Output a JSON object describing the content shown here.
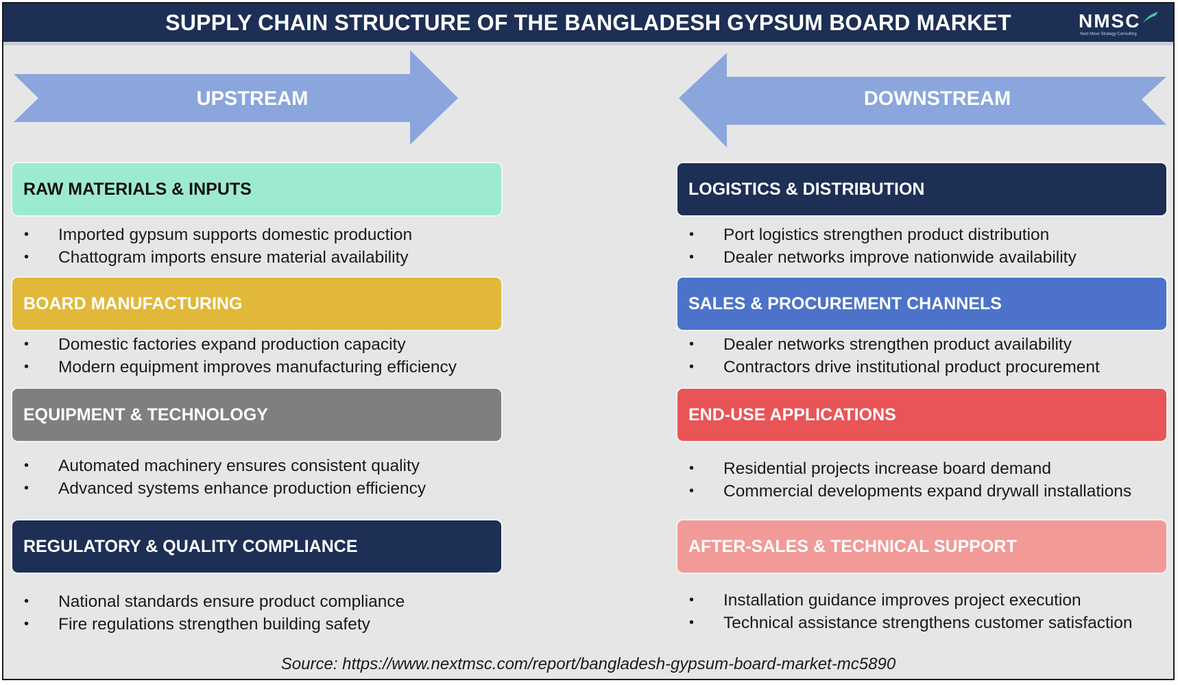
{
  "header": {
    "title": "SUPPLY CHAIN STRUCTURE OF THE BANGLADESH GYPSUM BOARD MARKET",
    "logo_text": "NMSC",
    "logo_subtext": "Next Move Strategy Consulting"
  },
  "arrows": {
    "upstream": "UPSTREAM",
    "downstream": "DOWNSTREAM",
    "color": "#8aa6dc"
  },
  "upstream": [
    {
      "title": "RAW MATERIALS & INPUTS",
      "bg": "#9debcf",
      "fg": "#111111",
      "bullets": [
        "Imported gypsum supports domestic production",
        "Chattogram imports ensure material availability"
      ]
    },
    {
      "title": "BOARD MANUFACTURING",
      "bg": "#e2b83a",
      "fg": "#ffffff",
      "bullets": [
        "Domestic factories expand production capacity",
        "Modern equipment improves manufacturing efficiency"
      ]
    },
    {
      "title": "EQUIPMENT & TECHNOLOGY",
      "bg": "#7f7f7f",
      "fg": "#ffffff",
      "bullets": [
        "Automated machinery ensures consistent quality",
        "Advanced systems enhance production efficiency"
      ]
    },
    {
      "title": "REGULATORY & QUALITY COMPLIANCE",
      "bg": "#1d2f55",
      "fg": "#ffffff",
      "bullets": [
        "National standards ensure product compliance",
        "Fire regulations strengthen building safety"
      ]
    }
  ],
  "downstream": [
    {
      "title": "LOGISTICS & DISTRIBUTION",
      "bg": "#1d2f55",
      "fg": "#ffffff",
      "bullets": [
        "Port logistics strengthen product distribution",
        "Dealer networks improve nationwide availability"
      ]
    },
    {
      "title": "SALES & PROCUREMENT CHANNELS",
      "bg": "#4c73c9",
      "fg": "#ffffff",
      "bullets": [
        "Dealer networks strengthen product availability",
        "Contractors drive institutional product procurement"
      ]
    },
    {
      "title": "END-USE APPLICATIONS",
      "bg": "#e95457",
      "fg": "#ffffff",
      "bullets": [
        "Residential projects increase board demand",
        "Commercial developments expand drywall installations"
      ]
    },
    {
      "title": "AFTER-SALES & TECHNICAL SUPPORT",
      "bg": "#f29a98",
      "fg": "#ffffff",
      "bullets": [
        "Installation guidance improves project execution",
        "Technical assistance strengthens customer satisfaction"
      ]
    }
  ],
  "source": "Source: https://www.nextmsc.com/report/bangladesh-gypsum-board-market-mc5890"
}
